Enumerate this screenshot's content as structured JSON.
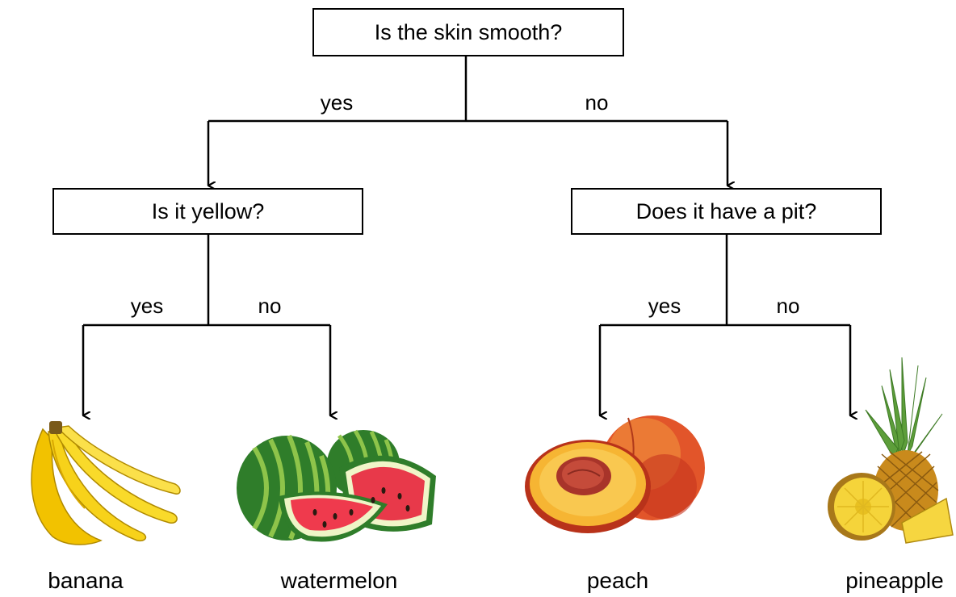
{
  "questions": {
    "root": "Is the skin smooth?",
    "left": "Is it yellow?",
    "right": "Does it have a pit?"
  },
  "branches": {
    "root_yes": "yes",
    "root_no": "no",
    "left_yes": "yes",
    "left_no": "no",
    "right_yes": "yes",
    "right_no": "no"
  },
  "leaves": {
    "banana": "banana",
    "watermelon": "watermelon",
    "peach": "peach",
    "pineapple": "pineapple"
  },
  "images": {
    "banana": "banana-image",
    "watermelon": "watermelon-image",
    "peach": "peach-image",
    "pineapple": "pineapple-image"
  }
}
